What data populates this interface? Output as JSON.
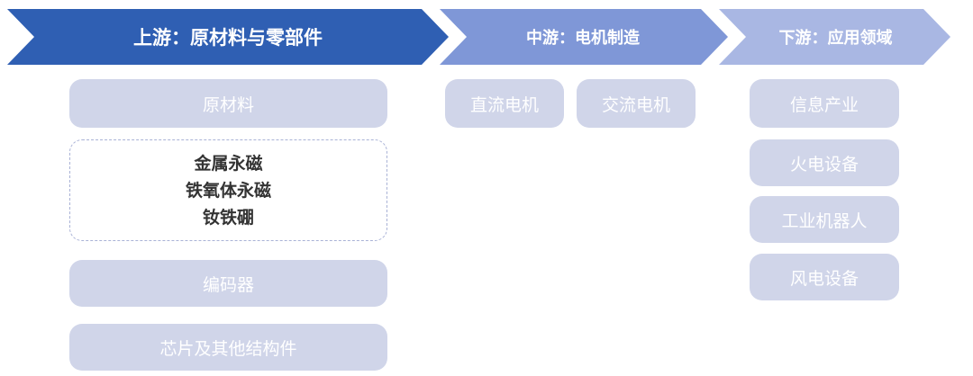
{
  "stages": {
    "upstream": {
      "label": "上游：原材料与零部件",
      "color": "#2f5fb3"
    },
    "midstream": {
      "label": "中游：电机制造",
      "color": "#7f97d7"
    },
    "downstream": {
      "label": "下游：应用领域",
      "color": "#a9b7e3"
    }
  },
  "upstream_items": {
    "raw_materials": "原材料",
    "magnets": [
      "金属永磁",
      "铁氧体永磁",
      "钕铁硼"
    ],
    "encoder": "编码器",
    "chips": "芯片及其他结构件"
  },
  "midstream_items": [
    "直流电机",
    "交流电机"
  ],
  "downstream_items": [
    "信息产业",
    "火电设备",
    "工业机器人",
    "风电设备"
  ],
  "colors": {
    "box_fill": "#d0d5e9",
    "box_text": "#ffffff",
    "dashed_border": "#a9b2d6",
    "dashed_text": "#333333"
  }
}
